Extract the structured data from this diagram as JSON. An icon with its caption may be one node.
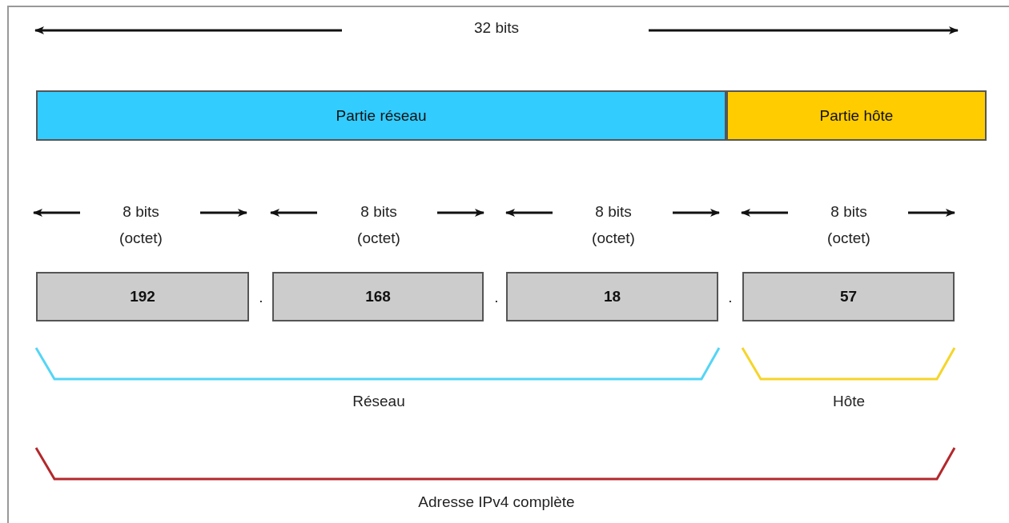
{
  "diagram": {
    "nodes": [
      {
        "text": [
          "Partie réseau"
        ]
      },
      {
        "text": [
          "Partie hôte"
        ]
      },
      {
        "text": [
          "192"
        ]
      },
      {
        "text": [
          "168"
        ]
      },
      {
        "text": [
          "18"
        ]
      },
      {
        "text": [
          "57"
        ]
      }
    ],
    "edges": [],
    "labels": [
      "32 bits",
      "8 bits (octet)",
      "8 bits (octet)",
      "8 bits (octet)",
      "8 bits (octet)",
      ".",
      ".",
      ".",
      "Réseau",
      "Hôte",
      "Adresse IPv4 complète"
    ]
  }
}
